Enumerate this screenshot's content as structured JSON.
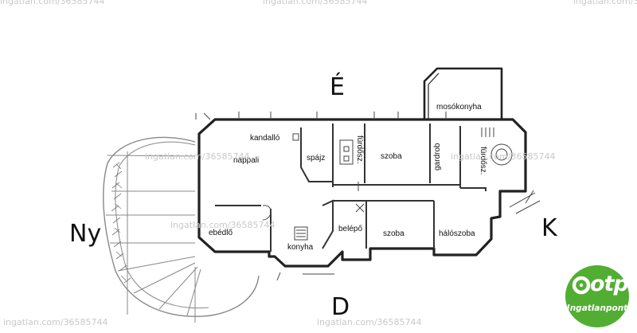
{
  "compass": {
    "north": "É",
    "south": "D",
    "west": "Ny",
    "east": "K"
  },
  "rooms": {
    "mosokonyha": "mosókonyha",
    "kandallo": "kandalló",
    "nappali": "nappali",
    "spajz": "spájz",
    "furdoszoba_1": "fürdősz.",
    "szoba_1": "szoba",
    "gardrob": "gardrob",
    "furdoszoba_2": "fürdősz.",
    "ebedlo": "ebédlő",
    "konyha": "konyha",
    "belepo": "belépő",
    "szoba_2": "szoba",
    "haloszoba": "hálószoba"
  },
  "watermarks": {
    "site": "ingatlan.com/36585744",
    "site_partial": "ingatlan.com/3658"
  },
  "logo": {
    "name": "otp",
    "subtitle": "Ingatlanpont",
    "color": "#52ae32"
  }
}
